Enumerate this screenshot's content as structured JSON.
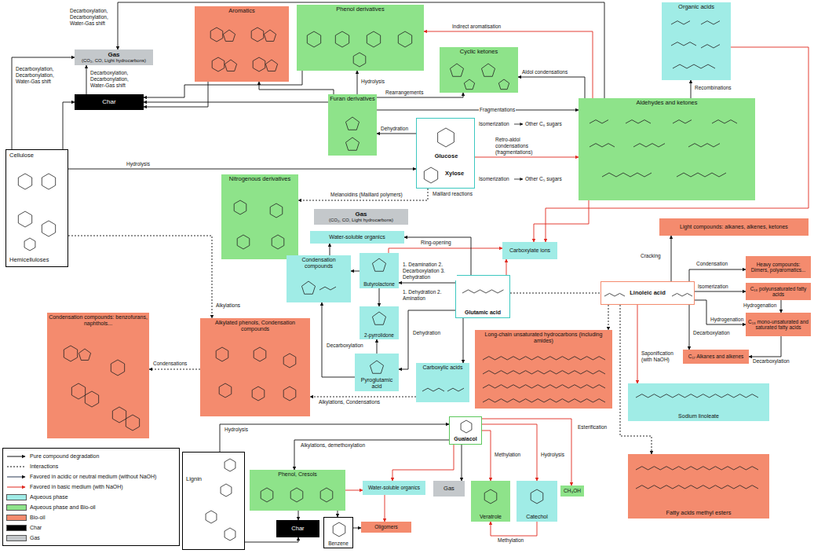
{
  "diagram": {
    "nodes": [
      {
        "text": [
          "Gas",
          "(CO₂, CO, Light hydrocarbons)"
        ]
      },
      {
        "text": [
          "Char"
        ]
      },
      {
        "text": [
          "Aromatics"
        ]
      },
      {
        "text": [
          "Phenol derivatives"
        ]
      },
      {
        "text": [
          "Cyclic ketones"
        ]
      },
      {
        "text": [
          "Organic acids"
        ]
      },
      {
        "text": [
          "Furan derivatives"
        ]
      },
      {
        "text": [
          "Aldehydes and ketones"
        ]
      },
      {
        "text": [
          "Glucose",
          "Xylose"
        ]
      },
      {
        "text": [
          "Cellulose",
          "Hemicelluloses"
        ]
      },
      {
        "text": [
          "Nitrogenous derivatives"
        ]
      },
      {
        "text": [
          "Gas",
          "(CO₂, CO, Light hydrocarbons)"
        ]
      },
      {
        "text": [
          "Water-soluble organics"
        ]
      },
      {
        "text": [
          "Butyrolactone"
        ]
      },
      {
        "text": [
          "Carboxylate ions"
        ]
      },
      {
        "text": [
          "Condensation compounds"
        ]
      },
      {
        "text": [
          "Glutamic acid"
        ]
      },
      {
        "text": [
          "Linoleic acid"
        ]
      },
      {
        "text": [
          "Light compounds: alkanes, alkenes, ketones"
        ]
      },
      {
        "text": [
          "Heavy compounds: Dimers, polyaromatics..."
        ]
      },
      {
        "text": [
          "C₁₈ polyunsaturated fatty acids"
        ]
      },
      {
        "text": [
          "C₁₈ mono-unsaturated and saturated fatty acids"
        ]
      },
      {
        "text": [
          "C₁₇ Alkanes and alkenes"
        ]
      },
      {
        "text": [
          "Sodium linoleate"
        ]
      },
      {
        "text": [
          "2-pyrrolidone"
        ]
      },
      {
        "text": [
          "Pyroglutamic acid"
        ]
      },
      {
        "text": [
          "Carboxylic acids"
        ]
      },
      {
        "text": [
          "Long-chain unsaturated hydrocarbons (including amides)"
        ]
      },
      {
        "text": [
          "Condensation compounds: benzofurans, naphthols..."
        ]
      },
      {
        "text": [
          "Alkylated phenols, Condensation compounds"
        ]
      },
      {
        "text": [
          "Guaiacol"
        ]
      },
      {
        "text": [
          "Lignin"
        ]
      },
      {
        "text": [
          "Phenol, Cresols"
        ]
      },
      {
        "text": [
          "Water-soluble organics"
        ]
      },
      {
        "text": [
          "Gas"
        ]
      },
      {
        "text": [
          "Veratrole"
        ]
      },
      {
        "text": [
          "Catechol"
        ]
      },
      {
        "text": [
          "CH₃OH"
        ]
      },
      {
        "text": [
          "Char"
        ]
      },
      {
        "text": [
          "Benzene"
        ]
      },
      {
        "text": [
          "Oligomers"
        ]
      },
      {
        "text": [
          "Fatty acids methyl esters"
        ]
      }
    ],
    "edges": [
      {
        "from": 7,
        "to": 0,
        "arrow": "to",
        "label": "Decarboxylation, Decarbonylation, Water-Gas shift"
      },
      {
        "from": 9,
        "to": 0,
        "arrow": "to",
        "label": "Decarboxylation, Decarbonylation, Water-Gas shift"
      },
      {
        "from": 1,
        "to": 0,
        "arrow": "to",
        "label": "Decarboxylation, Decarbonylation, Water-Gas shift"
      },
      {
        "from": 9,
        "to": 1,
        "arrow": "to"
      },
      {
        "from": 9,
        "to": 8,
        "arrow": "to",
        "label": "Hydrolysis"
      },
      {
        "from": 8,
        "to": 6,
        "arrow": "to",
        "label": "Dehydration"
      },
      {
        "from": 6,
        "to": 3,
        "arrow": "to",
        "label": "Hydrolysis"
      },
      {
        "from": 6,
        "to": 1,
        "arrow": "to"
      },
      {
        "from": 6,
        "to": 2,
        "arrow": "to"
      },
      {
        "from": 6,
        "to": 4,
        "arrow": "to",
        "label": "Rearrangements"
      },
      {
        "from": 6,
        "to": 7,
        "arrow": "to",
        "label": "Fragmentations"
      },
      {
        "from": 7,
        "to": 4,
        "arrow": "to",
        "label": "Aldol condensations"
      },
      {
        "from": 7,
        "to": 3,
        "arrow": "to",
        "label": "Indirect aromatisation"
      },
      {
        "from": 7,
        "to": 5,
        "arrow": "to",
        "label": "Recombinations"
      },
      {
        "from": 8,
        "to": 7,
        "arrow": "to",
        "label": "Retro-aldol condensations (fragmentations)"
      },
      {
        "from": 5,
        "to": 14,
        "arrow": "to"
      },
      {
        "from": 7,
        "to": 14,
        "arrow": "to"
      },
      {
        "from": 3,
        "to": 1,
        "arrow": "to"
      },
      {
        "from": 2,
        "to": 1,
        "arrow": "to"
      },
      {
        "from": 8,
        "to": 10,
        "arrow": "to",
        "label": "Maillard reactions"
      },
      {
        "from": 16,
        "to": 13,
        "arrow": "to",
        "label": "1. Deamination 2. Decarboxylation 3. Dehydration"
      },
      {
        "from": 13,
        "to": 14,
        "arrow": "to",
        "label": "Ring-opening"
      },
      {
        "from": 16,
        "to": 12,
        "arrow": "to"
      },
      {
        "from": 13,
        "to": 24,
        "arrow": "to",
        "label": "1. Dehydration 2. Amination"
      },
      {
        "from": 25,
        "to": 24,
        "arrow": "to",
        "label": "Decarboxylation"
      },
      {
        "from": 16,
        "to": 25,
        "arrow": "to",
        "label": "Dehydration"
      },
      {
        "from": 16,
        "to": 26,
        "arrow": "to"
      },
      {
        "from": 16,
        "to": 14,
        "arrow": "to"
      },
      {
        "from": 16,
        "to": 17,
        "arrow": "none"
      },
      {
        "from": 17,
        "to": 27,
        "arrow": "to"
      },
      {
        "from": 26,
        "to": 29,
        "arrow": "to",
        "label": "Alkylations, Condensations"
      },
      {
        "from": 25,
        "to": 15,
        "arrow": "to"
      },
      {
        "from": 13,
        "to": 15,
        "arrow": "to"
      },
      {
        "from": 15,
        "to": 12,
        "arrow": "to"
      },
      {
        "from": 9,
        "to": 29,
        "arrow": "to",
        "label": "Alkylations"
      },
      {
        "from": 29,
        "to": 28,
        "arrow": "to",
        "label": "Condensations"
      },
      {
        "from": 17,
        "to": 18,
        "arrow": "to",
        "label": "Cracking"
      },
      {
        "from": 17,
        "to": 19,
        "arrow": "to",
        "label": "Condensation"
      },
      {
        "from": 17,
        "to": 20,
        "arrow": "to",
        "label": "Isomerization"
      },
      {
        "from": 20,
        "to": 21,
        "arrow": "to",
        "label": "Hydrogenation"
      },
      {
        "from": 17,
        "to": 21,
        "arrow": "to",
        "label": "Hydrogenation"
      },
      {
        "from": 21,
        "to": 22,
        "arrow": "to",
        "label": "Decarboxylation"
      },
      {
        "from": 17,
        "to": 22,
        "arrow": "to",
        "label": "Decarboxylation"
      },
      {
        "from": 17,
        "to": 23,
        "arrow": "to",
        "label": "Saponification (with NaOH)"
      },
      {
        "from": 17,
        "to": 41,
        "arrow": "to",
        "label": "Esterification"
      },
      {
        "from": 31,
        "to": 30,
        "arrow": "to",
        "label": "Hydrolysis"
      },
      {
        "from": 30,
        "to": 32,
        "arrow": "to",
        "label": "Alkylations, demethoxylation"
      },
      {
        "from": 30,
        "to": 33,
        "arrow": "to"
      },
      {
        "from": 30,
        "to": 34,
        "arrow": "to"
      },
      {
        "from": 30,
        "to": 35,
        "arrow": "to",
        "label": "Methylation"
      },
      {
        "from": 30,
        "to": 36,
        "arrow": "to",
        "label": "Hydrolysis"
      },
      {
        "from": 30,
        "to": 37,
        "arrow": "to"
      },
      {
        "from": 36,
        "to": 35,
        "arrow": "to",
        "label": "Methylation"
      },
      {
        "from": 32,
        "to": 38,
        "arrow": "to"
      },
      {
        "from": 32,
        "to": 33,
        "arrow": "to"
      },
      {
        "from": 32,
        "to": 39,
        "arrow": "to"
      },
      {
        "from": 39,
        "to": 40,
        "arrow": "to"
      },
      {
        "from": 33,
        "to": 40,
        "arrow": "to"
      },
      {
        "from": 31,
        "to": 38,
        "arrow": "to"
      }
    ],
    "labels": [
      "Melanoidins (Maillard polymers)",
      "Isomerization",
      "Other C₆ sugars",
      "Isomerization",
      "Other C₅ sugars"
    ],
    "legend": [
      {
        "text": "Pure compound degradation"
      },
      {
        "text": "Interactions"
      },
      {
        "text": "Favored in acidic or neutral medium (without NaOH)"
      },
      {
        "text": "Favored in basic medium (with NaOH)"
      },
      {
        "text": "Aqueous phase",
        "color": "#a0ece6"
      },
      {
        "text": "Aqueous phase and Bio-oil",
        "color": "#8ee38a"
      },
      {
        "text": "Bio-oil",
        "color": "#f48b6e"
      },
      {
        "text": "Char",
        "color": "#000000"
      },
      {
        "text": "Gas",
        "color": "#c4c8cb"
      }
    ]
  }
}
